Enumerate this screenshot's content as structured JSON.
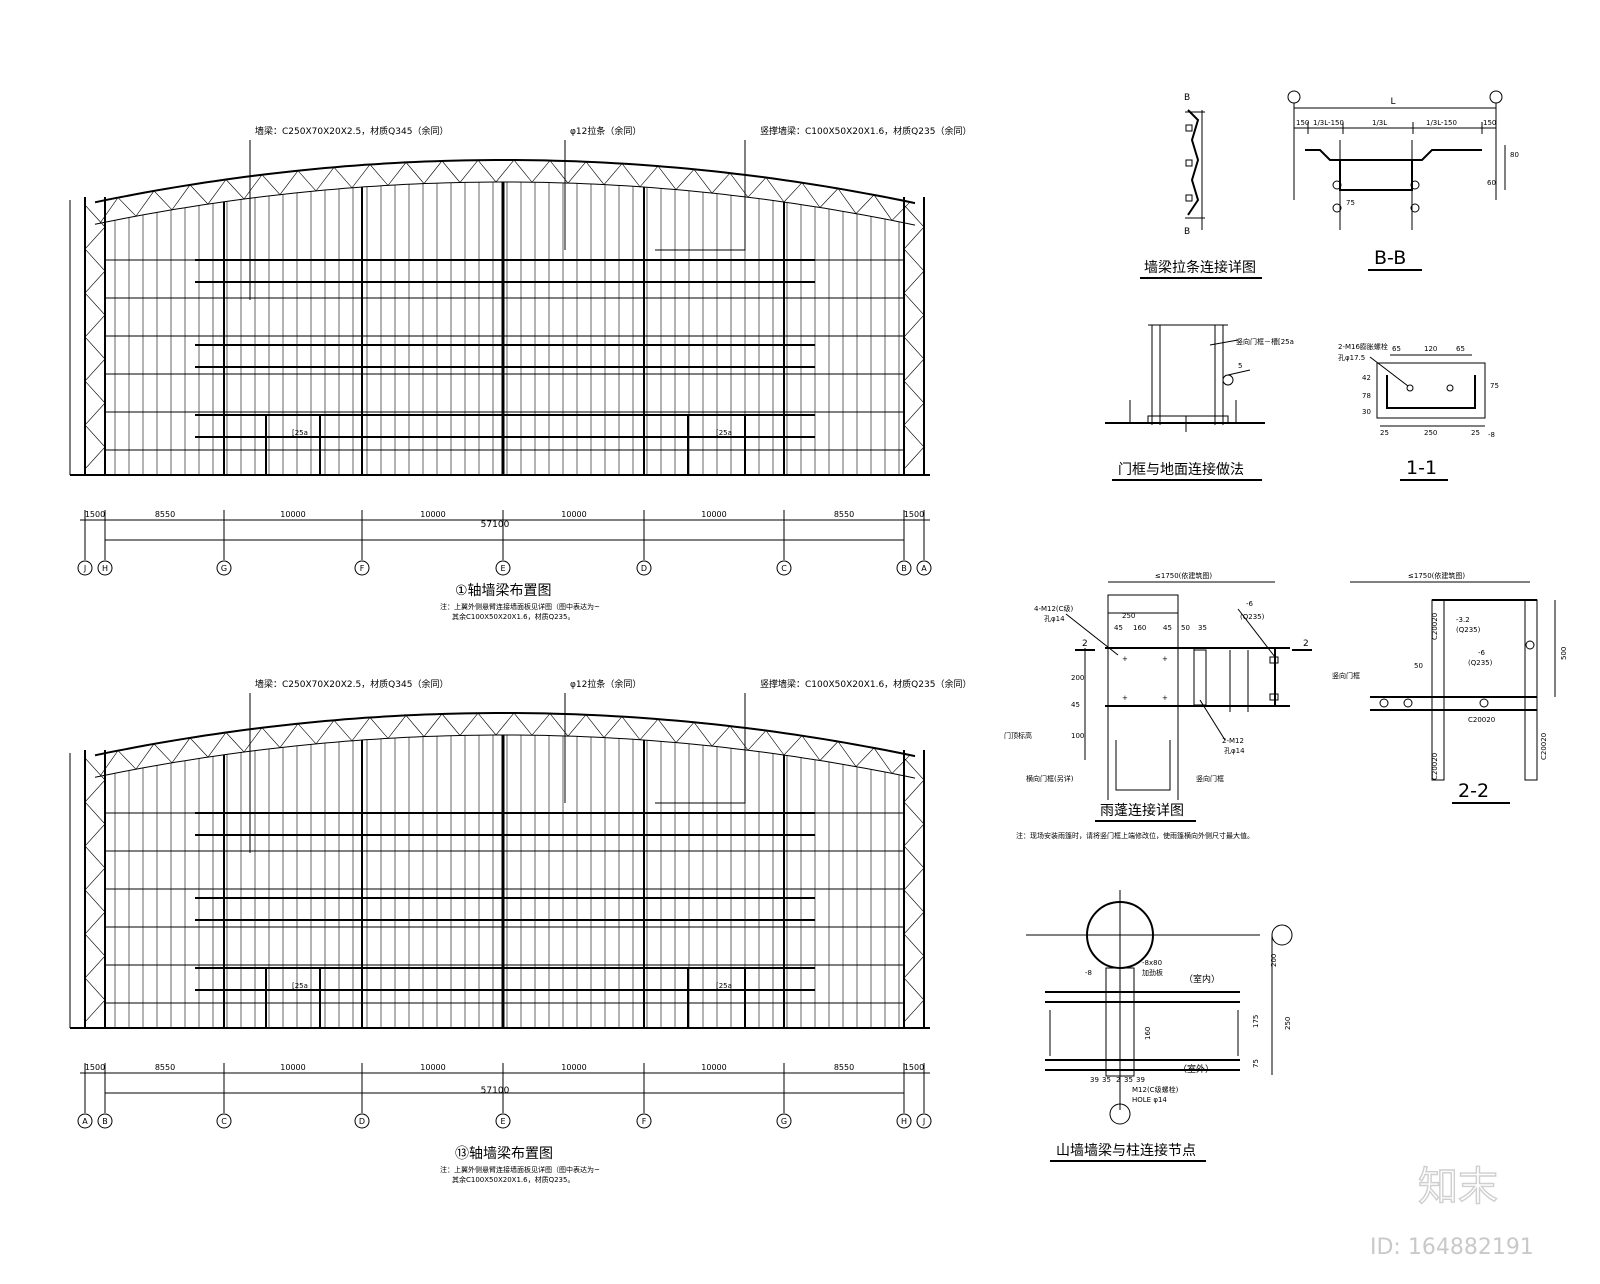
{
  "elevation_top": {
    "title": "①轴墙梁布置图",
    "note_line1": "注：上翼外侧悬臂连接墙面板见详图（图中表达为~",
    "note_line2": "其余C100X50X20X1.6，材质Q235。",
    "label_wall_beam": "墙梁：C250X70X20X2.5，材质Q345（余同）",
    "label_tie": "φ12拉条（余同）",
    "label_vertical": "竖撑墙梁：C100X50X20X1.6，材质Q235（余同）",
    "dims": [
      "1500",
      "8550",
      "10000",
      "10000",
      "10000",
      "10000",
      "8550",
      "1500"
    ],
    "total": "57100",
    "axes": [
      "J",
      "H",
      "G",
      "F",
      "E",
      "D",
      "C",
      "B",
      "A"
    ],
    "door_label": "[25a"
  },
  "elevation_bottom": {
    "title": "⑬轴墙梁布置图",
    "note_line1": "注：上翼外侧悬臂连接墙面板见详图（图中表达为~",
    "note_line2": "其余C100X50X20X1.6，材质Q235。",
    "label_wall_beam": "墙梁：C250X70X20X2.5，材质Q345（余同）",
    "label_tie": "φ12拉条（余同）",
    "label_vertical": "竖撑墙梁：C100X50X20X1.6，材质Q235（余同）",
    "dims": [
      "1500",
      "8550",
      "10000",
      "10000",
      "10000",
      "10000",
      "8550",
      "1500"
    ],
    "total": "57100",
    "axes": [
      "A",
      "B",
      "C",
      "D",
      "E",
      "F",
      "G",
      "H",
      "J"
    ],
    "door_label": "[25a"
  },
  "detail_tie": {
    "title": "墙梁拉条连接详图",
    "cut_label": "B"
  },
  "detail_bb": {
    "title": "B-B",
    "L": "L",
    "dims": [
      "150",
      "1/3L-150",
      "1/3L",
      "1/3L-150",
      "150"
    ],
    "side_dims": [
      "80",
      "60"
    ],
    "small": "75"
  },
  "detail_door_ground": {
    "title": "门框与地面连接做法",
    "label": "竖向门框－槽[25a",
    "weld": "5"
  },
  "detail_11": {
    "title": "1-1",
    "bolt": "2-M16膨胀螺栓",
    "hole": "孔φ17.5",
    "dims_top": [
      "65",
      "120",
      "65"
    ],
    "dims_bottom": [
      "25",
      "250",
      "25"
    ],
    "dims_left": [
      "42",
      "78",
      "30"
    ],
    "dims_right": [
      "75"
    ],
    "plate": "-8"
  },
  "detail_canopy": {
    "title": "雨蓬连接详图",
    "top_dim": "≤1750(依建筑图)",
    "bolt_label": "4-M12(C级)",
    "hole_label": "孔φ14",
    "bolt2_label": "2-M12",
    "hole2_label": "孔φ14",
    "dims_h": [
      "250",
      "45",
      "160",
      "45",
      "50",
      "35"
    ],
    "dims_v": [
      "200",
      "45",
      "100"
    ],
    "plate": "-6",
    "plate_mat": "(Q235)",
    "left_label": "门顶标高",
    "bottom_label1": "横向门框(另详)",
    "bottom_label2": "竖向门框",
    "cut": "2",
    "note": "注：现场安装雨篷时，请将竖门框上端修改位，使雨篷横向外侧尺寸最大值。"
  },
  "detail_22": {
    "title": "2-2",
    "top_dim": "≤1750(依建筑图)",
    "plate1": "-3.2",
    "mat1": "(Q235)",
    "plate2": "-6",
    "mat2": "(Q235)",
    "dim50": "50",
    "c_labels": [
      "C20020",
      "C20020",
      "C20020",
      "C20020"
    ],
    "right_dim": "500",
    "left_label": "竖向门框"
  },
  "detail_gable": {
    "title": "山墙墙梁与柱连接节点",
    "plate": "-8",
    "plate2": "-8x80",
    "stiff": "加劲板",
    "indoor": "（室内）",
    "outdoor": "（室外）",
    "bolt": "M12(C级螺栓)",
    "hole": "HOLE φ14",
    "dims_v": [
      "200",
      "175",
      "250",
      "75"
    ],
    "dim_mid": "160",
    "dims_small": [
      "39",
      "35",
      "2",
      "35",
      "39"
    ]
  },
  "watermark": {
    "logo": "知末",
    "id": "ID: 164882191"
  }
}
